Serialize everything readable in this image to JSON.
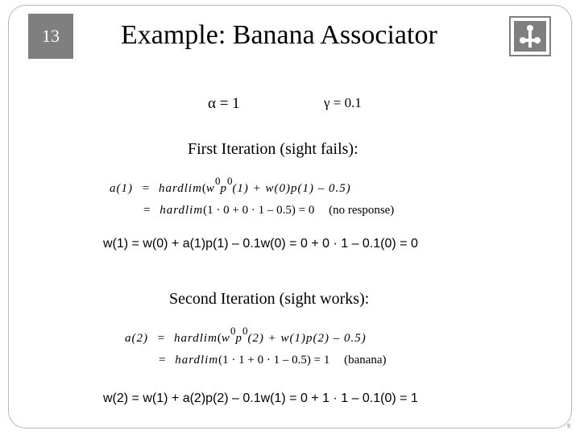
{
  "slide_number": "13",
  "title": "Example: Banana Associator",
  "params": {
    "alpha": "α = 1",
    "gamma": "γ = 0.1"
  },
  "first": {
    "heading": "First Iteration (sight fails):",
    "line1": {
      "lhs": "a(1)",
      "eq": "=",
      "fn": "hardlim",
      "open": "(",
      "w0": "w",
      "sup1": "0",
      "p0": "p",
      "sup2": "0",
      "rest": "(1) + w(0)p(1) – 0.5)"
    },
    "line2": {
      "eq": "=",
      "fn": "hardlim",
      "expr": "(1 · 0 + 0 · 1 – 0.5) = 0",
      "note": "(no response)"
    },
    "wupdate": "w(1)  =  w(0) + a(1)p(1) – 0.1w(0)  =  0 + 0 · 1 – 0.1(0)  =  0"
  },
  "second": {
    "heading": "Second Iteration (sight works):",
    "line1": {
      "lhs": "a(2)",
      "eq": "=",
      "fn": "hardlim",
      "open": "(",
      "w0": "w",
      "sup1": "0",
      "p0": "p",
      "sup2": "0",
      "rest": "(2) + w(1)p(2) – 0.5)"
    },
    "line2": {
      "eq": "=",
      "fn": "hardlim",
      "expr": "(1 · 1 + 0 · 1 – 0.5) = 1",
      "note": "(banana)"
    },
    "wupdate": "w(2)  =  w(1) + a(2)p(2) – 0.1w(1)  =  0 + 1 · 1 – 0.1(0)  =  1"
  },
  "page_footer": "9",
  "icons": {
    "logo": "pentagon-network-logo-icon"
  },
  "colors": {
    "slide_number_bg": "#7f7f7f",
    "frame": "#b8b8b8"
  }
}
